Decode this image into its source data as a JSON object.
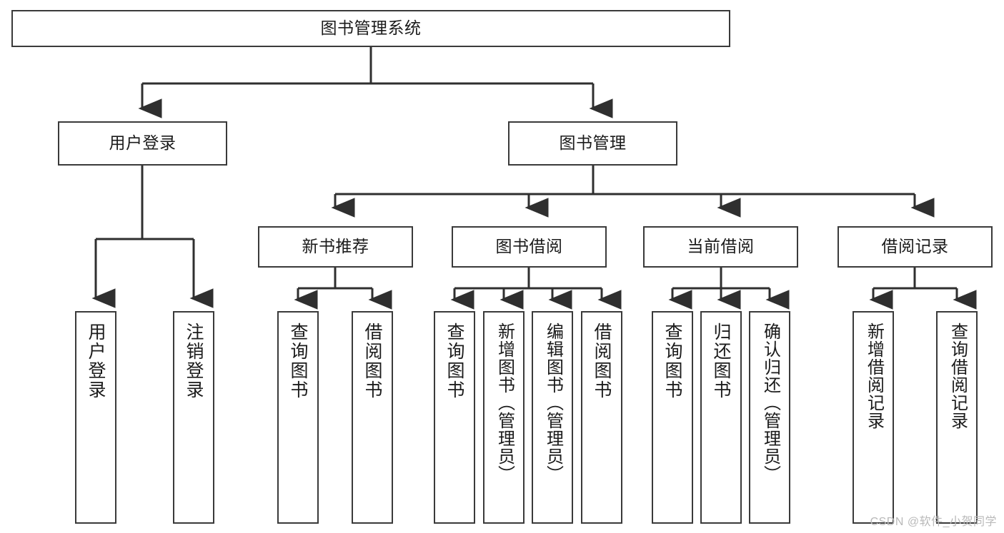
{
  "diagram": {
    "title": "图书管理系统",
    "type": "tree-hierarchy",
    "stroke_color": "#3a3a3a",
    "text_color": "#1b1b1b",
    "background_color": "#ffffff",
    "watermark": "CSDN @软件_小贺同学"
  },
  "nodes": {
    "root": {
      "label": "图书管理系统"
    },
    "level2": [
      {
        "label": "用户登录"
      },
      {
        "label": "图书管理"
      }
    ],
    "level3": [
      {
        "label": "新书推荐"
      },
      {
        "label": "图书借阅"
      },
      {
        "label": "当前借阅"
      },
      {
        "label": "借阅记录"
      }
    ],
    "leaves": {
      "user_login": [
        {
          "label": "用户登录"
        },
        {
          "label": "注销登录"
        }
      ],
      "new_book_recommend": [
        {
          "label": "查询图书"
        },
        {
          "label": "借阅图书"
        }
      ],
      "book_borrow": [
        {
          "label": "查询图书"
        },
        {
          "label": "新增图书（管理员）"
        },
        {
          "label": "编辑图书（管理员）"
        },
        {
          "label": "借阅图书"
        }
      ],
      "current_borrow": [
        {
          "label": "查询图书"
        },
        {
          "label": "归还图书"
        },
        {
          "label": "确认归还（管理员）"
        }
      ],
      "borrow_record": [
        {
          "label": "新增借阅记录"
        },
        {
          "label": "查询借阅记录"
        }
      ]
    }
  }
}
